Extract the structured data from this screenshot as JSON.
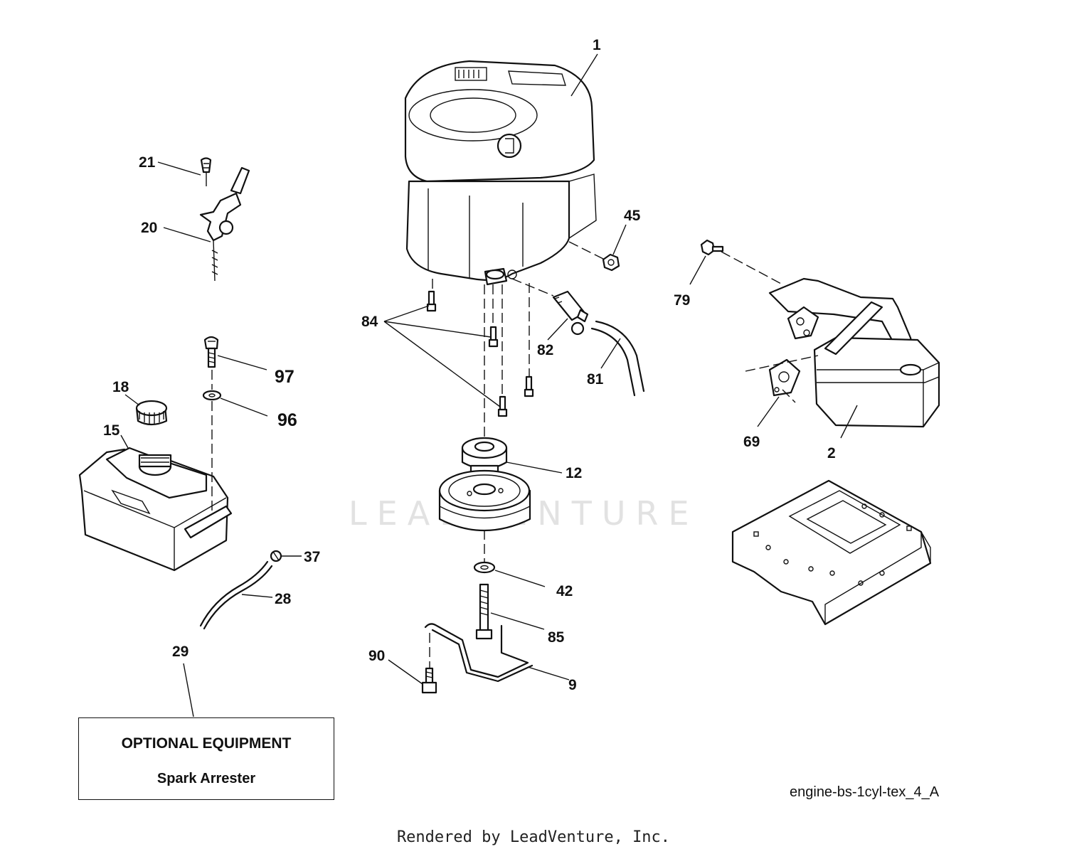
{
  "callouts": [
    {
      "id": "1",
      "text": "1"
    },
    {
      "id": "2",
      "text": "2"
    },
    {
      "id": "9",
      "text": "9"
    },
    {
      "id": "12",
      "text": "12"
    },
    {
      "id": "15",
      "text": "15"
    },
    {
      "id": "18",
      "text": "18"
    },
    {
      "id": "20",
      "text": "20"
    },
    {
      "id": "21",
      "text": "21"
    },
    {
      "id": "28",
      "text": "28"
    },
    {
      "id": "29",
      "text": "29"
    },
    {
      "id": "37",
      "text": "37"
    },
    {
      "id": "42",
      "text": "42"
    },
    {
      "id": "45",
      "text": "45"
    },
    {
      "id": "69",
      "text": "69"
    },
    {
      "id": "79",
      "text": "79"
    },
    {
      "id": "81",
      "text": "81"
    },
    {
      "id": "82",
      "text": "82"
    },
    {
      "id": "84",
      "text": "84"
    },
    {
      "id": "85",
      "text": "85"
    },
    {
      "id": "90",
      "text": "90"
    },
    {
      "id": "96",
      "text": "96"
    },
    {
      "id": "97",
      "text": "97"
    }
  ],
  "optional_box": {
    "title": "OPTIONAL EQUIPMENT",
    "item": "Spark Arrester"
  },
  "diagram_id": "engine-bs-1cyl-tex_4_A",
  "credit": "Rendered by LeadVenture, Inc.",
  "watermark": "LEADVENTURE"
}
